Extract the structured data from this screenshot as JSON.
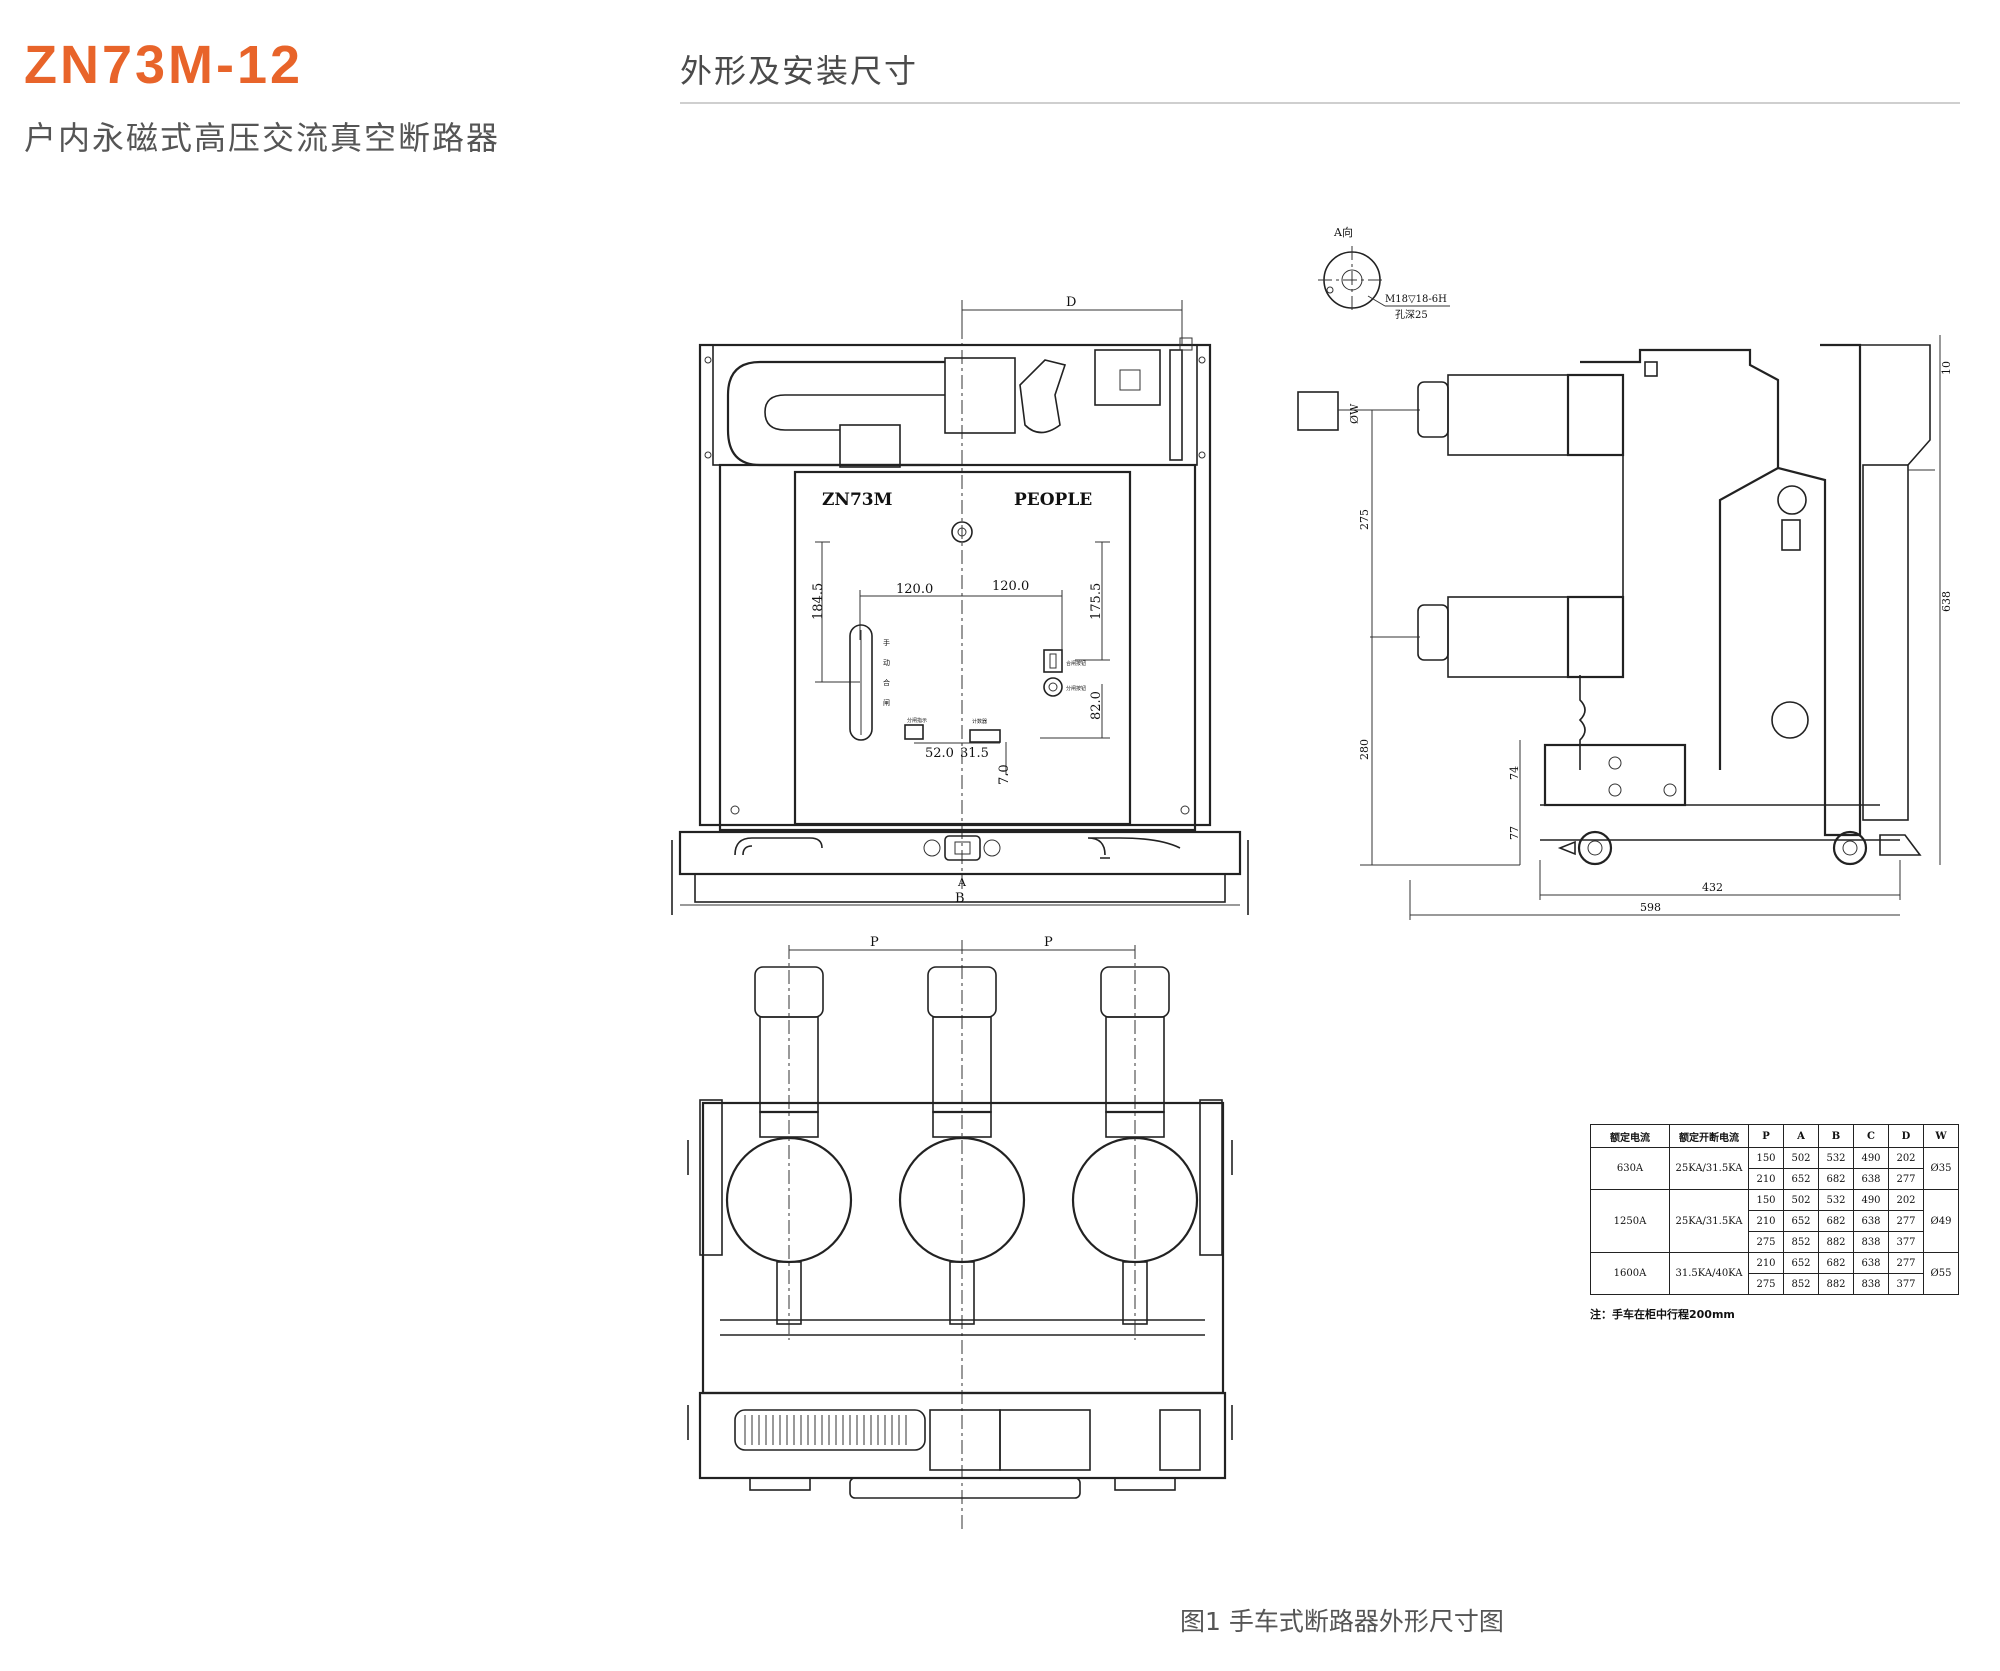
{
  "header": {
    "model": "ZN73M-12",
    "product_name": "户内永磁式高压交流真空断路器",
    "section_title": "外形及安装尺寸"
  },
  "front_view": {
    "dim_top": "D",
    "dim_bottom": "B",
    "center_mark": "A",
    "panel_model": "ZN73M",
    "panel_brand": "PEOPLE",
    "dim_left_vertical": "184.5",
    "dim_left_horizontal": "120.0",
    "dim_right_horizontal": "120.0",
    "dim_right_vertical_top": "175.5",
    "dim_right_vertical_bottom": "82.0",
    "dim_bottom_left": "52.0",
    "dim_bottom_mid": "31.5",
    "dim_bottom_vertical": "7.0"
  },
  "side_view": {
    "detail_label": "A向",
    "thread_spec": "M18▽18-6H",
    "hole_depth": "孔深25",
    "dim_diameter": "ØW",
    "dim_upper_vertical": "275",
    "dim_lower_vertical": "280",
    "dim_bracket": "74",
    "dim_wheel": "77",
    "dim_total_height": "638",
    "dim_top_right": "10",
    "dim_inner_length": "432",
    "dim_total_length": "598"
  },
  "top_view": {
    "pole_pitch_left": "P",
    "pole_pitch_right": "P"
  },
  "spec_table": {
    "headers": [
      "额定电流",
      "额定开断电流",
      "P",
      "A",
      "B",
      "C",
      "D",
      "W"
    ],
    "groups": [
      {
        "current": "630A",
        "breaking": "25KA/31.5KA",
        "w": "Ø35",
        "rows": [
          [
            "150",
            "502",
            "532",
            "490",
            "202"
          ],
          [
            "210",
            "652",
            "682",
            "638",
            "277"
          ]
        ]
      },
      {
        "current": "1250A",
        "breaking": "25KA/31.5KA",
        "w": "Ø49",
        "rows": [
          [
            "150",
            "502",
            "532",
            "490",
            "202"
          ],
          [
            "210",
            "652",
            "682",
            "638",
            "277"
          ],
          [
            "275",
            "852",
            "882",
            "838",
            "377"
          ]
        ]
      },
      {
        "current": "1600A",
        "breaking": "31.5KA/40KA",
        "w": "Ø55",
        "rows": [
          [
            "210",
            "652",
            "682",
            "638",
            "277"
          ],
          [
            "275",
            "852",
            "882",
            "838",
            "377"
          ]
        ]
      }
    ],
    "note": "注：手车在柜中行程200mm"
  },
  "caption": "图1 手车式断路器外形尺寸图"
}
